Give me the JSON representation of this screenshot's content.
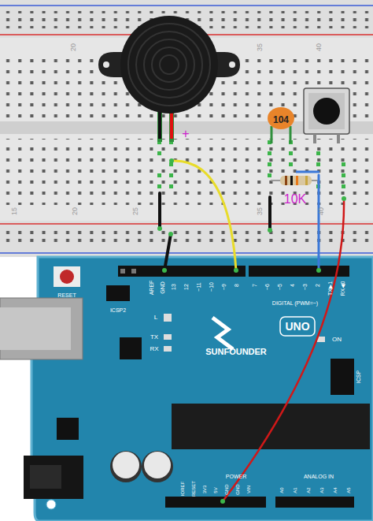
{
  "diagram": {
    "labels": [
      "20",
      "35",
      "40",
      "15",
      "20",
      "25",
      "35",
      "40",
      "+",
      "104",
      "10K",
      "RESET",
      "ICSP2",
      "AREF",
      "GND",
      "13",
      "12",
      "~11",
      "~10",
      "~9",
      "8",
      "7",
      "~6",
      "~5",
      "4",
      "~3",
      "2",
      "TX▶1",
      "RX◀0",
      "DIGITAL (PWM=~)",
      "L",
      "TX",
      "RX",
      "SUNFOUNDER",
      "UNO",
      "ON",
      "ICSP",
      "IOREF",
      "RESET",
      "3V3",
      "5V",
      "GND",
      "GND",
      "VIN",
      "POWER",
      "ANALOG IN",
      "A0",
      "A1",
      "A2",
      "A3",
      "A4",
      "A5"
    ]
  }
}
